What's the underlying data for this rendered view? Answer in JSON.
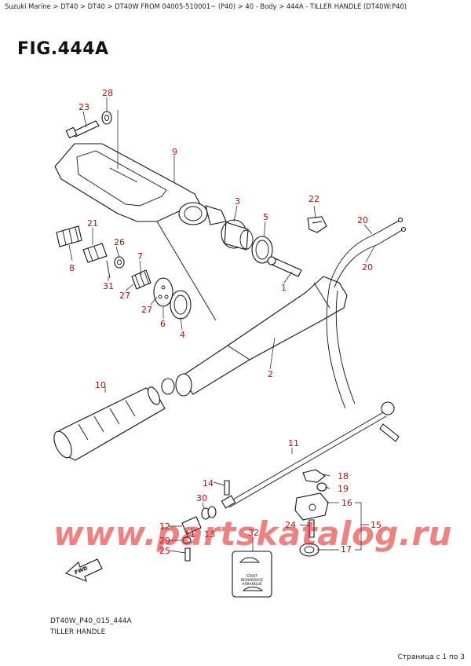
{
  "breadcrumb": "Suzuki Marine > DT40 > DT40 > DT40W FROM 04005-510001~ (P40) > 40 - Body > 444A - TILLER HANDLE (DT40W:P40)",
  "figure_title": "FIG.444A",
  "callouts": {
    "c1": "1",
    "c2": "2",
    "c3": "3",
    "c4": "4",
    "c5": "5",
    "c6": "6",
    "c7": "7",
    "c8": "8",
    "c9": "9",
    "c10": "10",
    "c11": "11",
    "c12": "12",
    "c13": "13",
    "c14": "14",
    "c15": "15",
    "c16": "16",
    "c17": "17",
    "c18": "18",
    "c19": "19",
    "c20a": "20",
    "c20b": "20",
    "c21": "21",
    "c22": "22",
    "c23": "23",
    "c24": "24",
    "c25": "25",
    "c26": "26",
    "c27a": "27",
    "c27b": "27",
    "c28": "28",
    "c29": "29",
    "c30": "30",
    "c31": "31",
    "c32": "32"
  },
  "label_plate": {
    "start": "START",
    "demarrage": "DEMARRAGE",
    "arranque": "ARRANQUE"
  },
  "fwd_arrow": "FWD",
  "watermark": "www.partskatalog.ru",
  "footer": {
    "code": "DT40W_P40_015_444A",
    "name": "TILLER HANDLE"
  },
  "page_indicator": "Страница с 1 по 3"
}
